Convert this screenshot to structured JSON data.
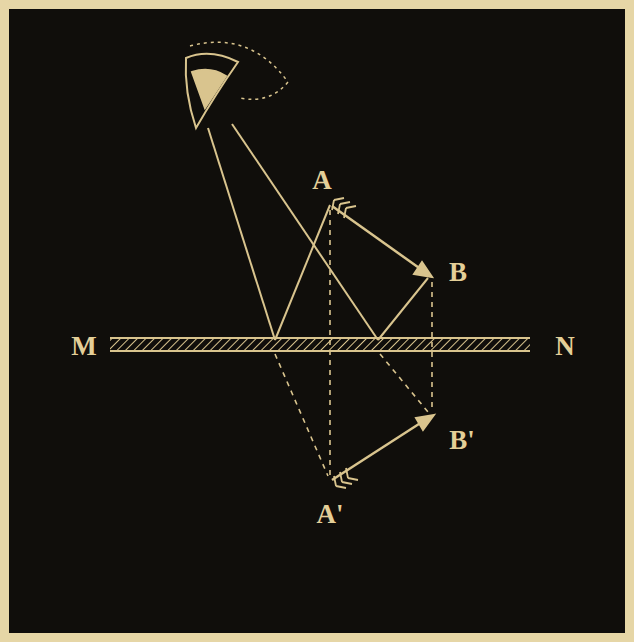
{
  "diagram": {
    "labels": [
      "A",
      "B",
      "M",
      "N",
      "B'",
      "A'"
    ]
  }
}
